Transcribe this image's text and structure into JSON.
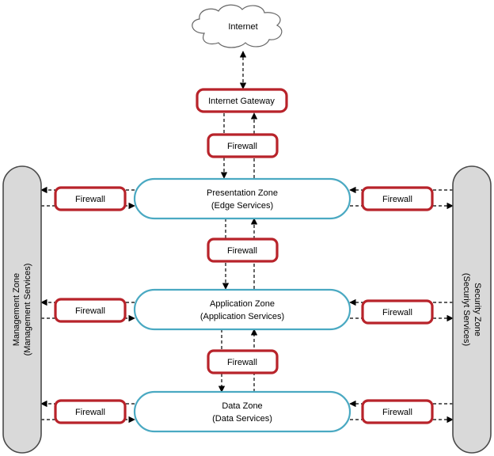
{
  "cloud": {
    "label": "Internet"
  },
  "gateway": {
    "label": "Internet Gateway"
  },
  "firewall_label": "Firewall",
  "zones": {
    "presentation": {
      "line1": "Presentation Zone",
      "line2": "(Edge Services)"
    },
    "application": {
      "line1": "Application Zone",
      "line2": "(Application Services)"
    },
    "data": {
      "line1": "Data Zone",
      "line2": "(Data Services)"
    }
  },
  "side_zones": {
    "management": {
      "line1": "Management Zone",
      "line2": "(Management Services)"
    },
    "security": {
      "line1": "Security Zone",
      "line2": "(Securiyt Services)"
    }
  },
  "colors": {
    "firewall_border": "#b8232a",
    "zone_border": "#4aa9c2",
    "side_fill": "#d9d9d9"
  }
}
